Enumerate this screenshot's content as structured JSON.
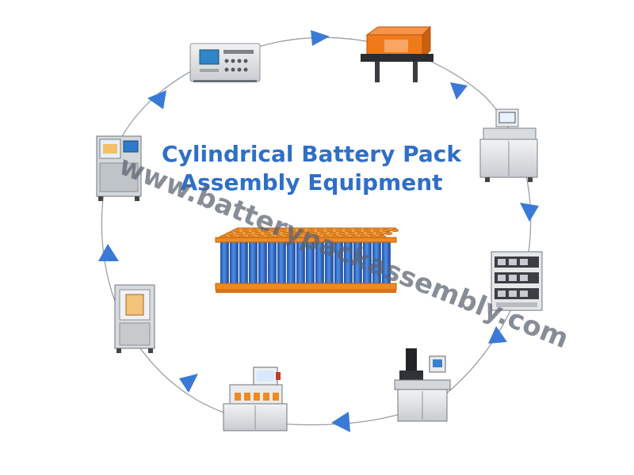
{
  "title": {
    "line1": "Cylindrical Battery Pack",
    "line2": "Assembly Equipment"
  },
  "watermark": "www.batterypackassembly.com",
  "colors": {
    "title": "#2f6fc6",
    "arrow": "#3a7ad6",
    "cycle_line": "#9aa0a6",
    "battery_cell": "#2a64c8",
    "battery_frame": "#f08a1f"
  },
  "stations": [
    {
      "name": "tester-cabinet-icon"
    },
    {
      "name": "shrink-wrap-tunnel-icon"
    },
    {
      "name": "sorting-machine-icon"
    },
    {
      "name": "aging-cabinet-icon"
    },
    {
      "name": "welding-robot-icon"
    },
    {
      "name": "stacking-machine-icon"
    },
    {
      "name": "spot-welder-icon"
    },
    {
      "name": "vision-inspection-icon"
    }
  ],
  "center": {
    "name": "battery-pack-icon"
  }
}
